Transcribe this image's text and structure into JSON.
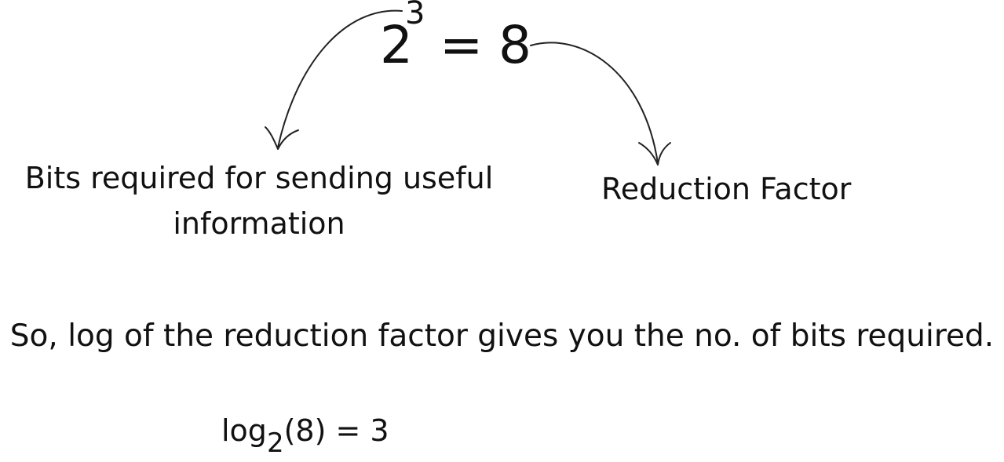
{
  "equation": {
    "base": "2",
    "exponent": "3",
    "operator": "=",
    "result": "8"
  },
  "labels": {
    "bits": "Bits required for sending useful information",
    "reduction_factor": "Reduction Factor"
  },
  "conclusion": "So, log of the reduction factor gives you the no. of bits required.",
  "log_formula": {
    "func": "log",
    "base": "2",
    "argument": "(8)",
    "rest": " = 3"
  },
  "colors": {
    "ink": "#111111",
    "background": "#ffffff"
  },
  "icons": [
    "curved-arrow-icon",
    "curved-arrow-icon"
  ]
}
